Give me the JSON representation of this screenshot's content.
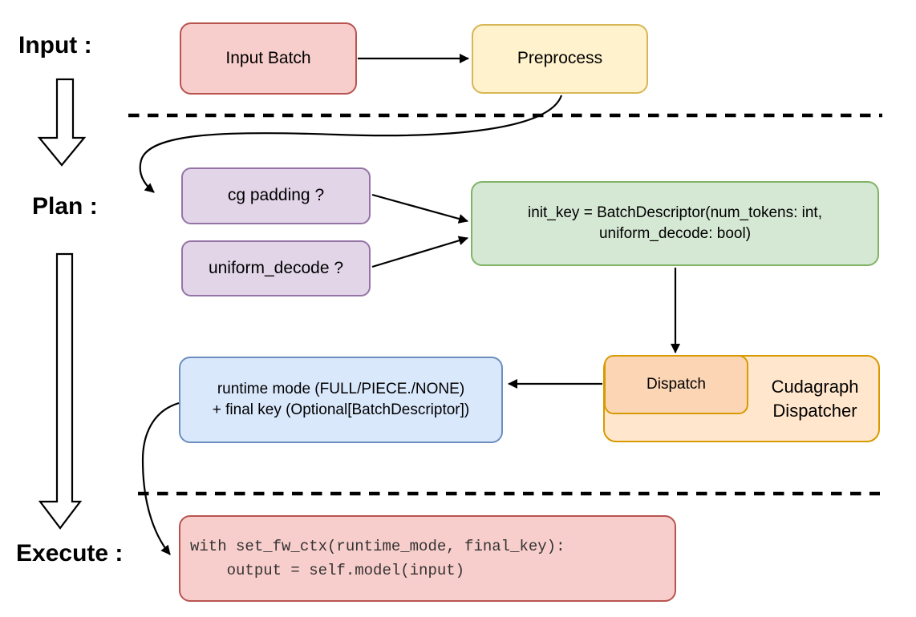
{
  "stage_labels": {
    "input": "Input :",
    "plan": "Plan :",
    "execute": "Execute :"
  },
  "nodes": {
    "input_batch": {
      "label": "Input Batch",
      "fill": "#F8CECC",
      "stroke": "#B85450"
    },
    "preprocess": {
      "label": "Preprocess",
      "fill": "#FFF2CC",
      "stroke": "#D6B656"
    },
    "cg_padding": {
      "label": "cg padding ?",
      "fill": "#E1D5E7",
      "stroke": "#9673A6"
    },
    "uniform_decode": {
      "label": "uniform_decode ?",
      "fill": "#E1D5E7",
      "stroke": "#9673A6"
    },
    "init_key": {
      "line1": "init_key = BatchDescriptor(num_tokens: int,",
      "line2": "uniform_decode: bool)",
      "fill": "#D5E8D4",
      "stroke": "#82B366"
    },
    "cudagraph_dispatcher": {
      "line1": "Cudagraph",
      "line2": "Dispatcher",
      "fill": "#FFE6CC",
      "stroke": "#D79B00"
    },
    "dispatch": {
      "label": "Dispatch",
      "fill": "#FCD5B5",
      "stroke": "#D79B00"
    },
    "runtime_mode": {
      "line1": "runtime mode (FULL/PIECE./NONE)",
      "line2": "+ final key (Optional[BatchDescriptor])",
      "fill": "#DAE8FC",
      "stroke": "#6C8EBF"
    },
    "execute_code": {
      "line1": "with set_fw_ctx(runtime_mode, final_key):",
      "line2": "    output = self.model(input)",
      "fill": "#F8CECC",
      "stroke": "#B85450",
      "text_color": "#333333"
    }
  },
  "connector_color": "#000000"
}
